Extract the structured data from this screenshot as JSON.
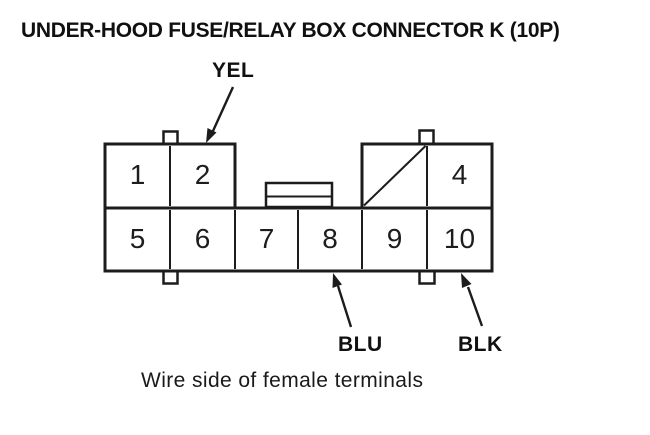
{
  "title": "UNDER-HOOD FUSE/RELAY BOX CONNECTOR K (10P)",
  "connector": {
    "pins": [
      "1",
      "2",
      "4",
      "5",
      "6",
      "7",
      "8",
      "9",
      "10"
    ],
    "crossed_cell_between": [
      "2",
      "4"
    ]
  },
  "wire_labels": [
    {
      "label": "YEL",
      "points_to_pin": "2"
    },
    {
      "label": "BLU",
      "points_to_pin": "8"
    },
    {
      "label": "BLK",
      "points_to_pin": "10"
    }
  ],
  "caption": "Wire side of female terminals",
  "colors": {
    "ink": "#1c1c1c",
    "background": "#ffffff"
  }
}
